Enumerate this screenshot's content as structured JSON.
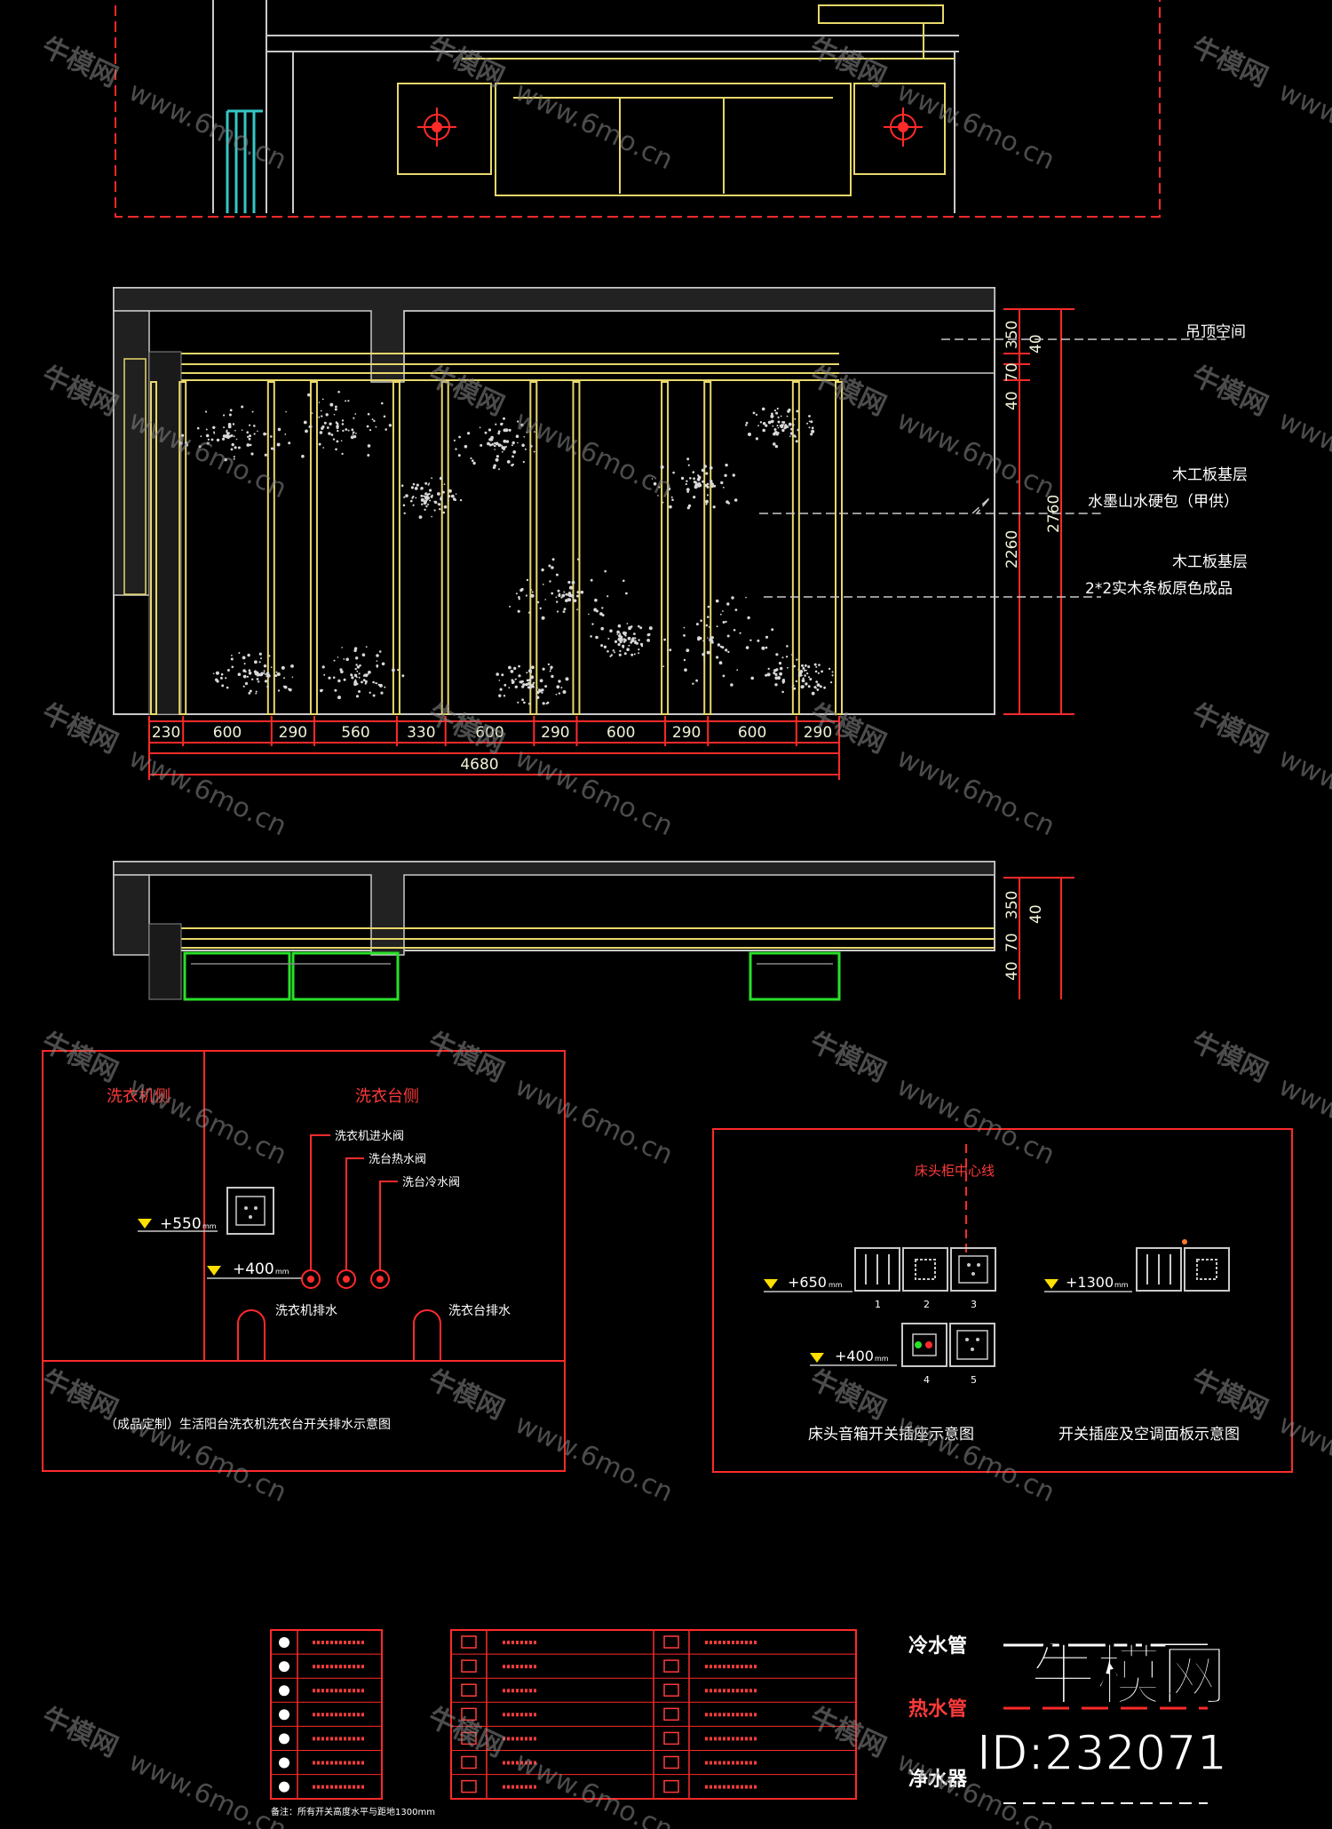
{
  "colors": {
    "background": "#000000",
    "frame_red": "#ff2a2a",
    "wall_line": "#c9c9c9",
    "yellow": "#e8d86a",
    "green": "#29e02a",
    "cyan": "#35c7c7",
    "white": "#ffffff"
  },
  "elevation": {
    "bottom_dims": [
      "230",
      "600",
      "290",
      "560",
      "330",
      "600",
      "290",
      "600",
      "290",
      "600",
      "290"
    ],
    "total_width": "4680",
    "right_dims": [
      "350",
      "70",
      "40",
      "40"
    ],
    "height_inner": "2260",
    "height_total": "2760",
    "notes": [
      "吊顶空间",
      "木工板基层",
      "水墨山水硬包（甲供）",
      "木工板基层",
      "2*2实木条板原色成品"
    ]
  },
  "elevation2": {
    "right_dims": [
      "350",
      "70",
      "40",
      "40"
    ]
  },
  "laundry": {
    "left_label": "洗衣机侧",
    "right_label": "洗衣台侧",
    "pipes": [
      "洗衣机进水阀",
      "洗台热水阀",
      "洗台冷水阀"
    ],
    "height_socket": "+550",
    "height_valves": "+400",
    "drains": [
      "洗衣机排水",
      "洗衣台排水"
    ],
    "caption": "（成品定制）生活阳台洗衣机洗衣台开关排水示意图",
    "unit": "mm"
  },
  "bedside": {
    "title": "床头柜中心线",
    "height_a": "+650",
    "height_b": "+1300",
    "height_c": "+400",
    "numbers_top": [
      "1",
      "2",
      "3"
    ],
    "numbers_bottom": [
      "4",
      "5"
    ],
    "caption_left": "床头音箱开关插座示意图",
    "caption_right": "开关插座及空调面板示意图",
    "unit": "mm"
  },
  "legend": {
    "pipes": [
      "冷水管",
      "热水管",
      "净水器"
    ],
    "note": "备注：所有开关高度水平与距地1300mm"
  },
  "brand": {
    "name": "牛模网",
    "id": "ID:232071"
  },
  "watermark": {
    "cn": "牛模网",
    "url": "www.6mo.cn"
  }
}
